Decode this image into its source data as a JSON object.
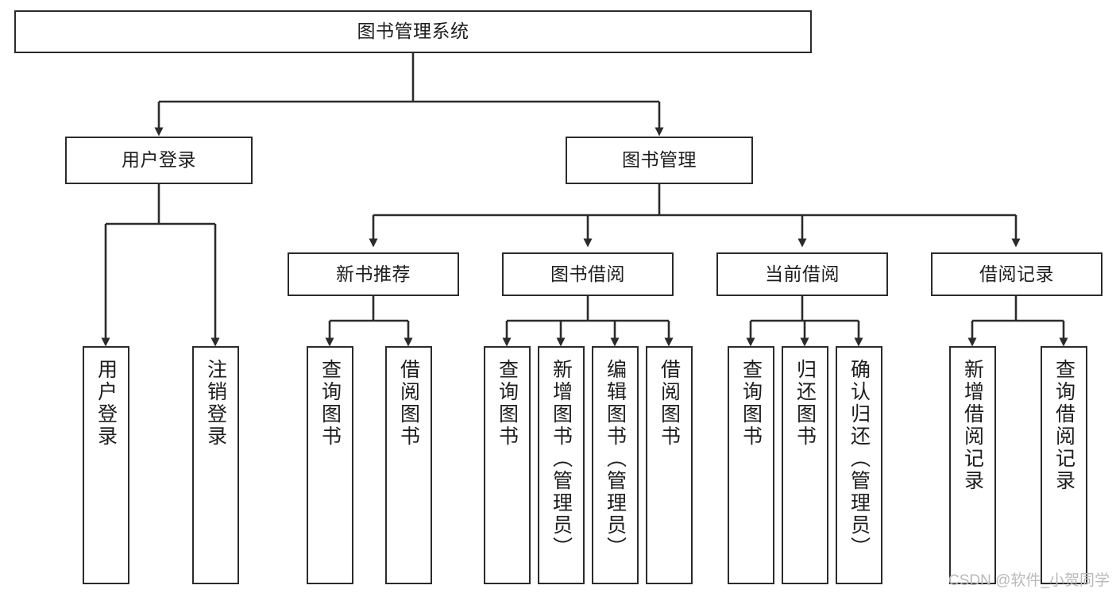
{
  "diagram": {
    "title": "图书管理系统",
    "type": "tree-hierarchy-chart",
    "orientation": "top-down",
    "colors": {
      "box_border": "#2b2b2b",
      "box_fill": "#ffffff",
      "connector": "#2b2b2b",
      "text": "#1d1d1d",
      "watermark": "#b9b9b9",
      "background": "#ffffff"
    }
  },
  "root": {
    "label": "图书管理系统"
  },
  "level2": [
    {
      "label": "用户登录"
    },
    {
      "label": "图书管理"
    }
  ],
  "level3": [
    {
      "label": "新书推荐"
    },
    {
      "label": "图书借阅"
    },
    {
      "label": "当前借阅"
    },
    {
      "label": "借阅记录"
    }
  ],
  "leaves": {
    "user_login": [
      {
        "label": "用户登录"
      },
      {
        "label": "注销登录"
      }
    ],
    "new_book_recommend": [
      {
        "label": "查询图书"
      },
      {
        "label": "借阅图书"
      }
    ],
    "book_borrow": [
      {
        "label": "查询图书"
      },
      {
        "label": "新增图书（管理员）"
      },
      {
        "label": "编辑图书（管理员）"
      },
      {
        "label": "借阅图书"
      }
    ],
    "current_borrow": [
      {
        "label": "查询图书"
      },
      {
        "label": "归还图书"
      },
      {
        "label": "确认归还（管理员）"
      }
    ],
    "borrow_record": [
      {
        "label": "新增借阅记录"
      },
      {
        "label": "查询借阅记录"
      }
    ]
  },
  "watermark": {
    "text": "CSDN @软件_小贺同学"
  }
}
